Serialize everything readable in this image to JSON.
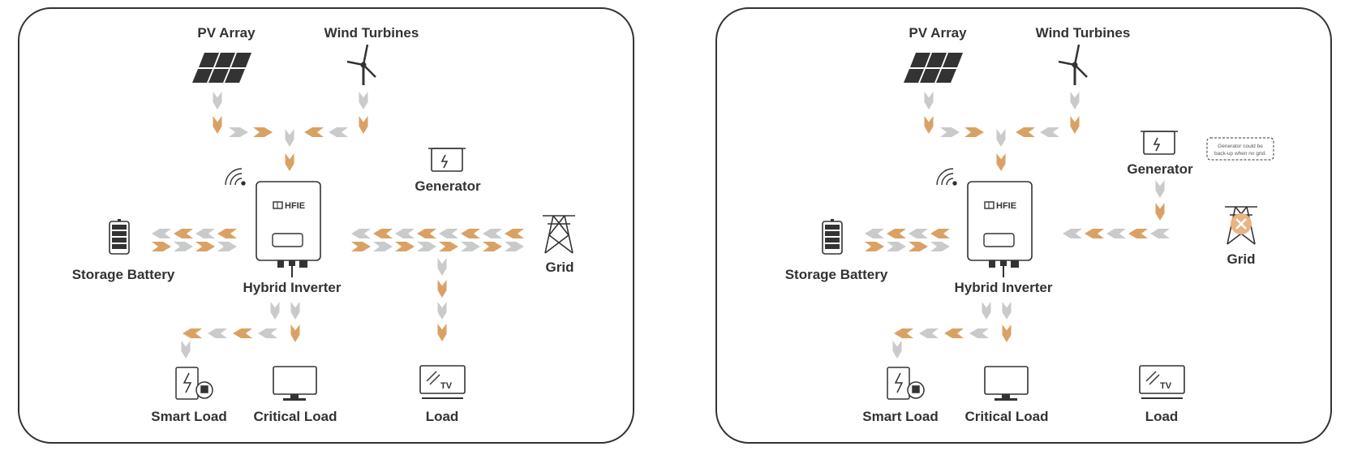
{
  "colors": {
    "orange": "#d9a264",
    "grey": "#c8cacc",
    "outline": "#333333",
    "cross": "#e8b486"
  },
  "panels": [
    {
      "labels": {
        "pv": "PV Array",
        "wind": "Wind Turbines",
        "generator": "Generator",
        "battery": "Storage Battery",
        "inverter": "Hybrid Inverter",
        "grid": "Grid",
        "smart_load": "Smart Load",
        "critical_load": "Critical Load",
        "load": "Load"
      },
      "inverter_brand": "HFIE",
      "grid_connected": true
    },
    {
      "labels": {
        "pv": "PV Array",
        "wind": "Wind Turbines",
        "generator": "Generator",
        "battery": "Storage Battery",
        "inverter": "Hybrid Inverter",
        "grid": "Grid",
        "smart_load": "Smart Load",
        "critical_load": "Critical Load",
        "load": "Load"
      },
      "inverter_brand": "HFIE",
      "grid_connected": false,
      "note_line1": "Generator could be",
      "note_line2": "back-up when no grid."
    }
  ]
}
